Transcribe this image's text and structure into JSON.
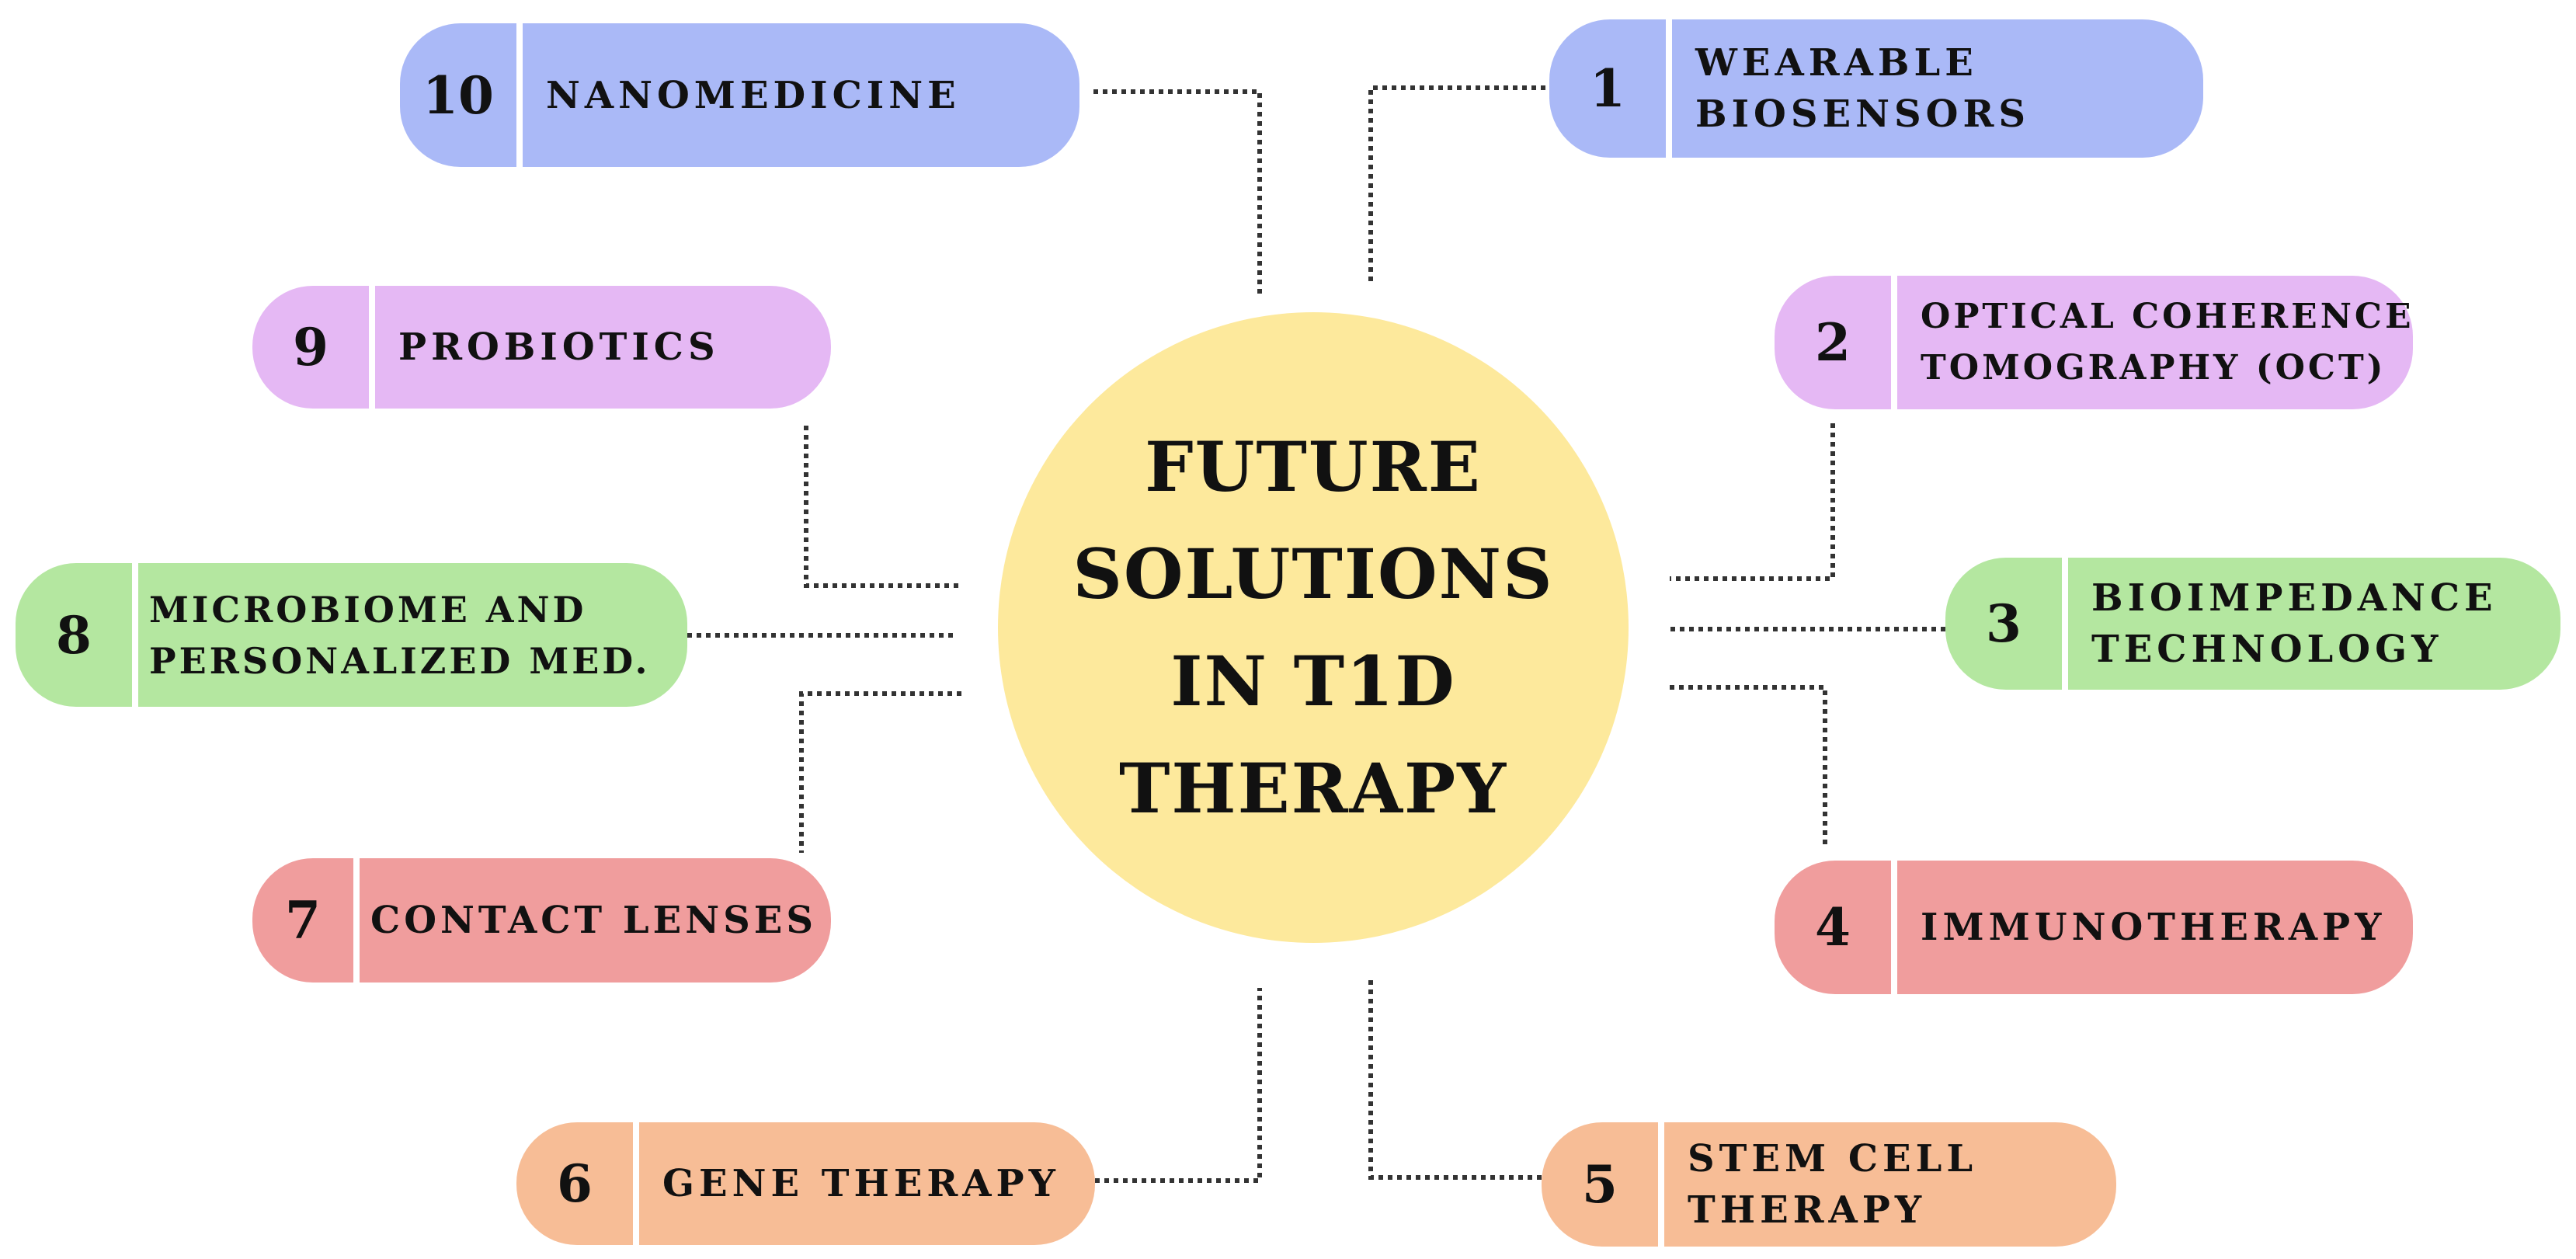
{
  "center": {
    "title_lines": [
      "FUTURE",
      "SOLUTIONS",
      "IN T1D",
      "THERAPY"
    ]
  },
  "colors": {
    "blue": "#aab9f7",
    "purple": "#e5b8f4",
    "green": "#b4e7a0",
    "red": "#f09d9d",
    "orange": "#f7bd96",
    "center": "#fde99c",
    "connector": "#333333"
  },
  "items": [
    {
      "number": "1",
      "lines": [
        "WEARABLE",
        "BIOSENSORS"
      ]
    },
    {
      "number": "2",
      "lines": [
        "OPTICAL COHERENCE",
        "TOMOGRAPHY (OCT)"
      ]
    },
    {
      "number": "3",
      "lines": [
        "BIOIMPEDANCE",
        "TECHNOLOGY"
      ]
    },
    {
      "number": "4",
      "lines": [
        "IMMUNOTHERAPY",
        ""
      ]
    },
    {
      "number": "5",
      "lines": [
        "STEM CELL",
        "THERAPY"
      ]
    },
    {
      "number": "6",
      "lines": [
        "GENE THERAPY",
        ""
      ]
    },
    {
      "number": "7",
      "lines": [
        "CONTACT LENSES",
        ""
      ]
    },
    {
      "number": "8",
      "lines": [
        "MICROBIOME AND",
        "PERSONALIZED MED."
      ]
    },
    {
      "number": "9",
      "lines": [
        "PROBIOTICS",
        ""
      ]
    },
    {
      "number": "10",
      "lines": [
        "NANOMEDICINE",
        ""
      ]
    }
  ]
}
